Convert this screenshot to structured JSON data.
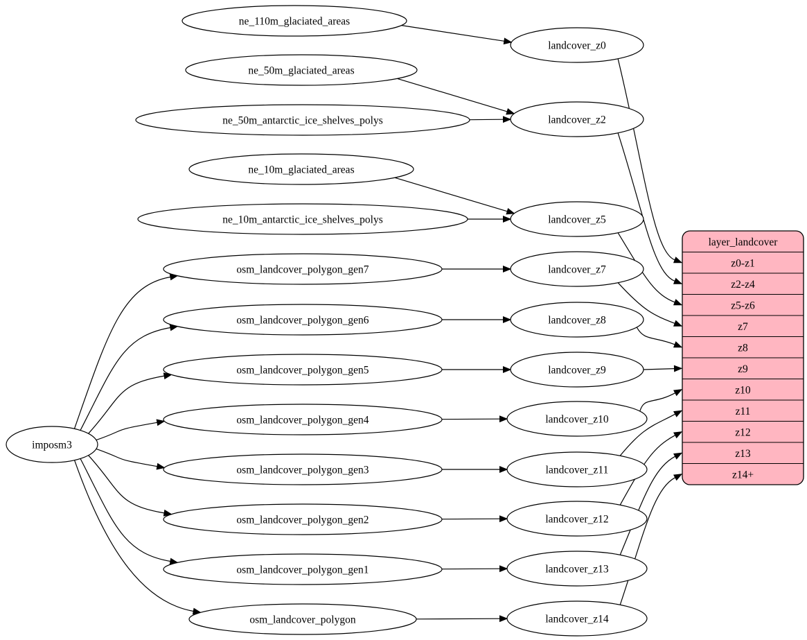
{
  "diagram": {
    "type": "graphviz-digraph",
    "colors": {
      "background": "#ffffff",
      "node_fill": "#ffffff",
      "stroke": "#000000",
      "table_fill": "#ffb6c1"
    },
    "nodes": [
      {
        "id": "imposm3",
        "label": "imposm3"
      },
      {
        "id": "ne_110m_glaciated_areas",
        "label": "ne_110m_glaciated_areas"
      },
      {
        "id": "ne_50m_glaciated_areas",
        "label": "ne_50m_glaciated_areas"
      },
      {
        "id": "ne_50m_antarctic_ice_shelves_polys",
        "label": "ne_50m_antarctic_ice_shelves_polys"
      },
      {
        "id": "ne_10m_glaciated_areas",
        "label": "ne_10m_glaciated_areas"
      },
      {
        "id": "ne_10m_antarctic_ice_shelves_polys",
        "label": "ne_10m_antarctic_ice_shelves_polys"
      },
      {
        "id": "osm_landcover_polygon_gen7",
        "label": "osm_landcover_polygon_gen7"
      },
      {
        "id": "osm_landcover_polygon_gen6",
        "label": "osm_landcover_polygon_gen6"
      },
      {
        "id": "osm_landcover_polygon_gen5",
        "label": "osm_landcover_polygon_gen5"
      },
      {
        "id": "osm_landcover_polygon_gen4",
        "label": "osm_landcover_polygon_gen4"
      },
      {
        "id": "osm_landcover_polygon_gen3",
        "label": "osm_landcover_polygon_gen3"
      },
      {
        "id": "osm_landcover_polygon_gen2",
        "label": "osm_landcover_polygon_gen2"
      },
      {
        "id": "osm_landcover_polygon_gen1",
        "label": "osm_landcover_polygon_gen1"
      },
      {
        "id": "osm_landcover_polygon",
        "label": "osm_landcover_polygon"
      },
      {
        "id": "landcover_z0",
        "label": "landcover_z0"
      },
      {
        "id": "landcover_z2",
        "label": "landcover_z2"
      },
      {
        "id": "landcover_z5",
        "label": "landcover_z5"
      },
      {
        "id": "landcover_z7",
        "label": "landcover_z7"
      },
      {
        "id": "landcover_z8",
        "label": "landcover_z8"
      },
      {
        "id": "landcover_z9",
        "label": "landcover_z9"
      },
      {
        "id": "landcover_z10",
        "label": "landcover_z10"
      },
      {
        "id": "landcover_z11",
        "label": "landcover_z11"
      },
      {
        "id": "landcover_z12",
        "label": "landcover_z12"
      },
      {
        "id": "landcover_z13",
        "label": "landcover_z13"
      },
      {
        "id": "landcover_z14",
        "label": "landcover_z14"
      }
    ],
    "table": {
      "id": "layer_landcover",
      "title": "layer_landcover",
      "rows": [
        "z0-z1",
        "z2-z4",
        "z5-z6",
        "z7",
        "z8",
        "z9",
        "z10",
        "z11",
        "z12",
        "z13",
        "z14+"
      ]
    },
    "edges": [
      {
        "from": "ne_110m_glaciated_areas",
        "to": "landcover_z0"
      },
      {
        "from": "ne_50m_glaciated_areas",
        "to": "landcover_z2"
      },
      {
        "from": "ne_50m_antarctic_ice_shelves_polys",
        "to": "landcover_z2"
      },
      {
        "from": "ne_10m_glaciated_areas",
        "to": "landcover_z5"
      },
      {
        "from": "ne_10m_antarctic_ice_shelves_polys",
        "to": "landcover_z5"
      },
      {
        "from": "imposm3",
        "to": "osm_landcover_polygon_gen7"
      },
      {
        "from": "imposm3",
        "to": "osm_landcover_polygon_gen6"
      },
      {
        "from": "imposm3",
        "to": "osm_landcover_polygon_gen5"
      },
      {
        "from": "imposm3",
        "to": "osm_landcover_polygon_gen4"
      },
      {
        "from": "imposm3",
        "to": "osm_landcover_polygon_gen3"
      },
      {
        "from": "imposm3",
        "to": "osm_landcover_polygon_gen2"
      },
      {
        "from": "imposm3",
        "to": "osm_landcover_polygon_gen1"
      },
      {
        "from": "imposm3",
        "to": "osm_landcover_polygon"
      },
      {
        "from": "osm_landcover_polygon_gen7",
        "to": "landcover_z7"
      },
      {
        "from": "osm_landcover_polygon_gen6",
        "to": "landcover_z8"
      },
      {
        "from": "osm_landcover_polygon_gen5",
        "to": "landcover_z9"
      },
      {
        "from": "osm_landcover_polygon_gen4",
        "to": "landcover_z10"
      },
      {
        "from": "osm_landcover_polygon_gen3",
        "to": "landcover_z11"
      },
      {
        "from": "osm_landcover_polygon_gen2",
        "to": "landcover_z12"
      },
      {
        "from": "osm_landcover_polygon_gen1",
        "to": "landcover_z13"
      },
      {
        "from": "osm_landcover_polygon",
        "to": "landcover_z14"
      },
      {
        "from": "landcover_z0",
        "to": "layer_landcover:z0-z1"
      },
      {
        "from": "landcover_z2",
        "to": "layer_landcover:z2-z4"
      },
      {
        "from": "landcover_z5",
        "to": "layer_landcover:z5-z6"
      },
      {
        "from": "landcover_z7",
        "to": "layer_landcover:z7"
      },
      {
        "from": "landcover_z8",
        "to": "layer_landcover:z8"
      },
      {
        "from": "landcover_z9",
        "to": "layer_landcover:z9"
      },
      {
        "from": "landcover_z10",
        "to": "layer_landcover:z10"
      },
      {
        "from": "landcover_z11",
        "to": "layer_landcover:z11"
      },
      {
        "from": "landcover_z12",
        "to": "layer_landcover:z12"
      },
      {
        "from": "landcover_z13",
        "to": "layer_landcover:z13"
      },
      {
        "from": "landcover_z14",
        "to": "layer_landcover:z14+"
      }
    ]
  }
}
